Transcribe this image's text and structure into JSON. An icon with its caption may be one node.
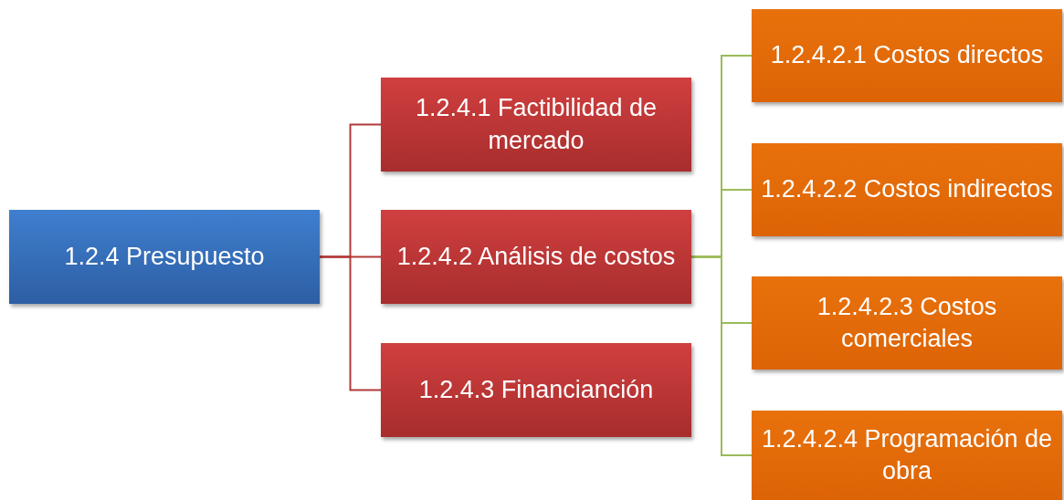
{
  "diagram": {
    "nodes": [
      {
        "text": [
          "1.2.4 Presupuesto"
        ]
      },
      {
        "text": [
          "1.2.4.1 Factibilidad de mercado"
        ]
      },
      {
        "text": [
          "1.2.4.2 Análisis de costos"
        ]
      },
      {
        "text": [
          "1.2.4.3 Financianción"
        ]
      },
      {
        "text": [
          "1.2.4.2.1 Costos directos"
        ]
      },
      {
        "text": [
          "1.2.4.2.2 Costos indirectos"
        ]
      },
      {
        "text": [
          "1.2.4.2.3 Costos comerciales"
        ]
      },
      {
        "text": [
          "1.2.4.2.4 Programación de obra"
        ]
      }
    ],
    "edges": [
      {
        "from": 0,
        "to": 1,
        "arrow": "none",
        "color": "#b23a3a"
      },
      {
        "from": 0,
        "to": 2,
        "arrow": "none",
        "color": "#b23a3a"
      },
      {
        "from": 0,
        "to": 3,
        "arrow": "none",
        "color": "#b23a3a"
      },
      {
        "from": 2,
        "to": 4,
        "arrow": "none",
        "color": "#9bbb59"
      },
      {
        "from": 2,
        "to": 5,
        "arrow": "none",
        "color": "#9bbb59"
      },
      {
        "from": 2,
        "to": 6,
        "arrow": "none",
        "color": "#9bbb59"
      },
      {
        "from": 2,
        "to": 7,
        "arrow": "none",
        "color": "#9bbb59"
      }
    ]
  }
}
